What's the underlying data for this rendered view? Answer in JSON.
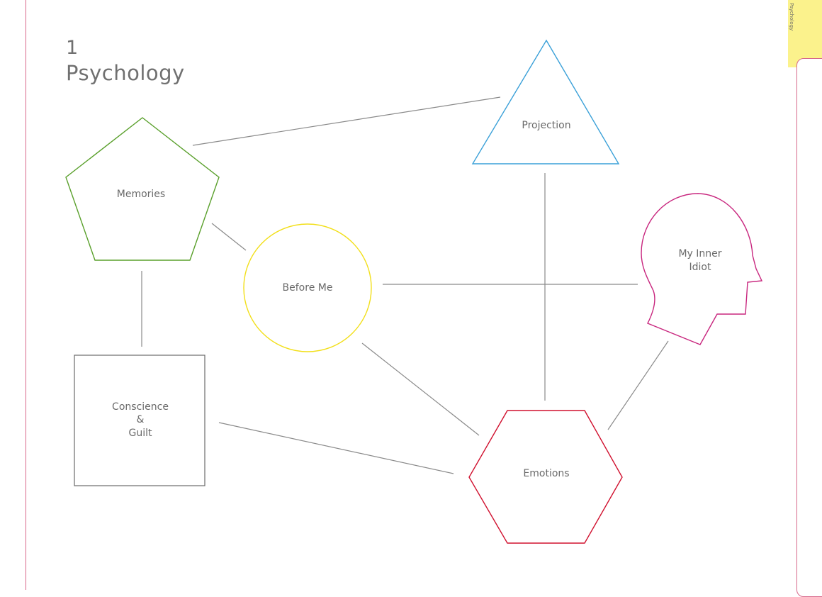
{
  "page": {
    "number": "1",
    "title": "Psychology"
  },
  "side_tab": {
    "label": "Psychology",
    "tab_color": "#fbf28c",
    "rule_color": "#d7678a"
  },
  "nodes": {
    "memories": {
      "label": "Memories",
      "shape": "pentagon",
      "color": "#5aa02c"
    },
    "projection": {
      "label": "Projection",
      "shape": "triangle",
      "color": "#3aa0d8"
    },
    "before_me": {
      "label": "Before Me",
      "shape": "circle",
      "color": "#f2df1a"
    },
    "inner_idiot": {
      "label_line1": "My Inner",
      "label_line2": "Idiot",
      "shape": "head-silhouette",
      "color": "#c8267e"
    },
    "conscience": {
      "label_line1": "Conscience",
      "label_line2": "&",
      "label_line3": "Guilt",
      "shape": "square",
      "color": "#6a6a6a"
    },
    "emotions": {
      "label": "Emotions",
      "shape": "hexagon",
      "color": "#d0102e"
    }
  },
  "connections": [
    [
      "memories",
      "projection"
    ],
    [
      "memories",
      "before_me"
    ],
    [
      "memories",
      "conscience"
    ],
    [
      "before_me",
      "inner_idiot"
    ],
    [
      "before_me",
      "emotions"
    ],
    [
      "projection",
      "emotions"
    ],
    [
      "conscience",
      "emotions"
    ],
    [
      "inner_idiot",
      "emotions"
    ]
  ]
}
